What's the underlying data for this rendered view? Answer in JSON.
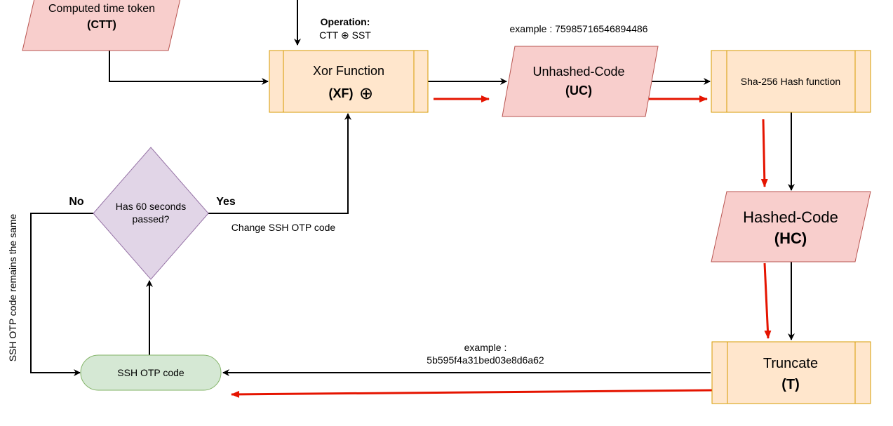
{
  "colors": {
    "process_fill": "#ffe6cc",
    "process_stroke": "#d79b00",
    "data_fill": "#f8cecc",
    "data_stroke": "#b85450",
    "decision_fill": "#e1d5e7",
    "decision_stroke": "#9673a6",
    "terminal_fill": "#d5e8d4",
    "terminal_stroke": "#82b366",
    "arrow": "#000000",
    "highlight_arrow": "#e51400"
  },
  "nodes": {
    "ctt": {
      "line1": "Computed time token",
      "line2": "(CTT)"
    },
    "xf": {
      "line1": "Xor Function",
      "line2": "(XF)",
      "symbol": "⊕"
    },
    "uc": {
      "line1": "Unhashed-Code",
      "line2": "(UC)"
    },
    "sha": {
      "label": "Sha-256 Hash function"
    },
    "hc": {
      "line1": "Hashed-Code",
      "line2": "(HC)"
    },
    "trunc": {
      "line1": "Truncate",
      "line2": "(T)"
    },
    "ssh": {
      "label": "SSH OTP code"
    },
    "decision": {
      "line1": "Has 60 seconds",
      "line2": "passed?"
    }
  },
  "labels": {
    "operation_title": "Operation:",
    "operation_expr": "CTT ⊕ SST",
    "example_uc": "example : 75985716546894486",
    "example_t_1": "example :",
    "example_t_2": "5b595f4a31bed03e8d6a62",
    "no": "No",
    "yes": "Yes",
    "change": "Change SSH OTP code",
    "remains": "SSH OTP code remains the same"
  }
}
